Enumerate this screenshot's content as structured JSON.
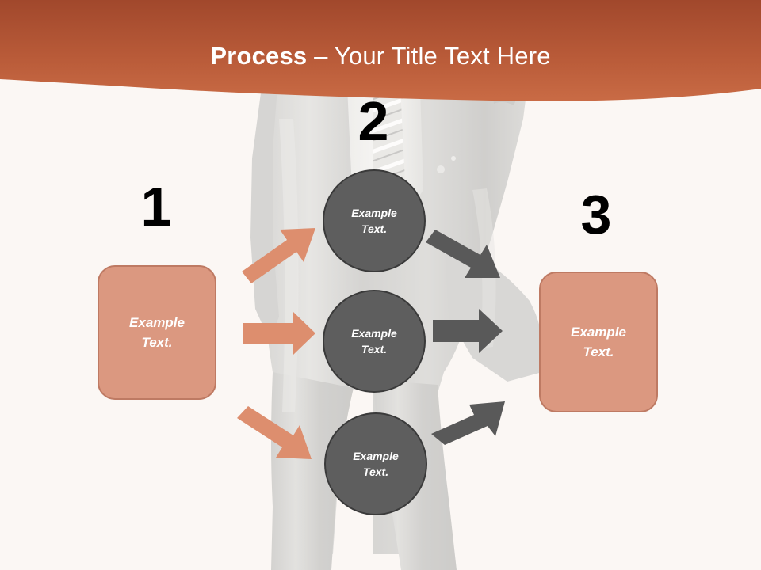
{
  "slide": {
    "background_color": "#FBF7F4",
    "background_image": "businessman-suit-photo"
  },
  "header": {
    "title_strong": "Process",
    "title_rest": " – Your Title Text Here",
    "gradient_top": "#A1482C",
    "gradient_bottom": "#C96B45",
    "text_color": "#FFFFFF"
  },
  "steps": [
    {
      "number": "1",
      "label": "Example Text."
    },
    {
      "number": "2",
      "label": "Example Text."
    },
    {
      "number": "3",
      "label": "Example Text."
    }
  ],
  "left_box": {
    "text_line1": "Example",
    "text_line2": "Text.",
    "fill": "#DB9880",
    "stroke": "#BE7A63"
  },
  "right_box": {
    "text_line1": "Example",
    "text_line2": "Text.",
    "fill": "#DB9880",
    "stroke": "#BE7A63"
  },
  "circles": [
    {
      "text_line1": "Example",
      "text_line2": "Text.",
      "fill": "#5E5E5E",
      "stroke": "#3A3A3A"
    },
    {
      "text_line1": "Example",
      "text_line2": "Text.",
      "fill": "#5E5E5E",
      "stroke": "#3A3A3A"
    },
    {
      "text_line1": "Example",
      "text_line2": "Text.",
      "fill": "#5E5E5E",
      "stroke": "#3A3A3A"
    }
  ],
  "arrows": {
    "inbound_color": "#DD8E6E",
    "outbound_color": "#595959",
    "inbound": [
      {
        "direction": "up-right"
      },
      {
        "direction": "right"
      },
      {
        "direction": "down-right"
      }
    ],
    "outbound": [
      {
        "direction": "down-right"
      },
      {
        "direction": "right"
      },
      {
        "direction": "up-right"
      }
    ]
  }
}
